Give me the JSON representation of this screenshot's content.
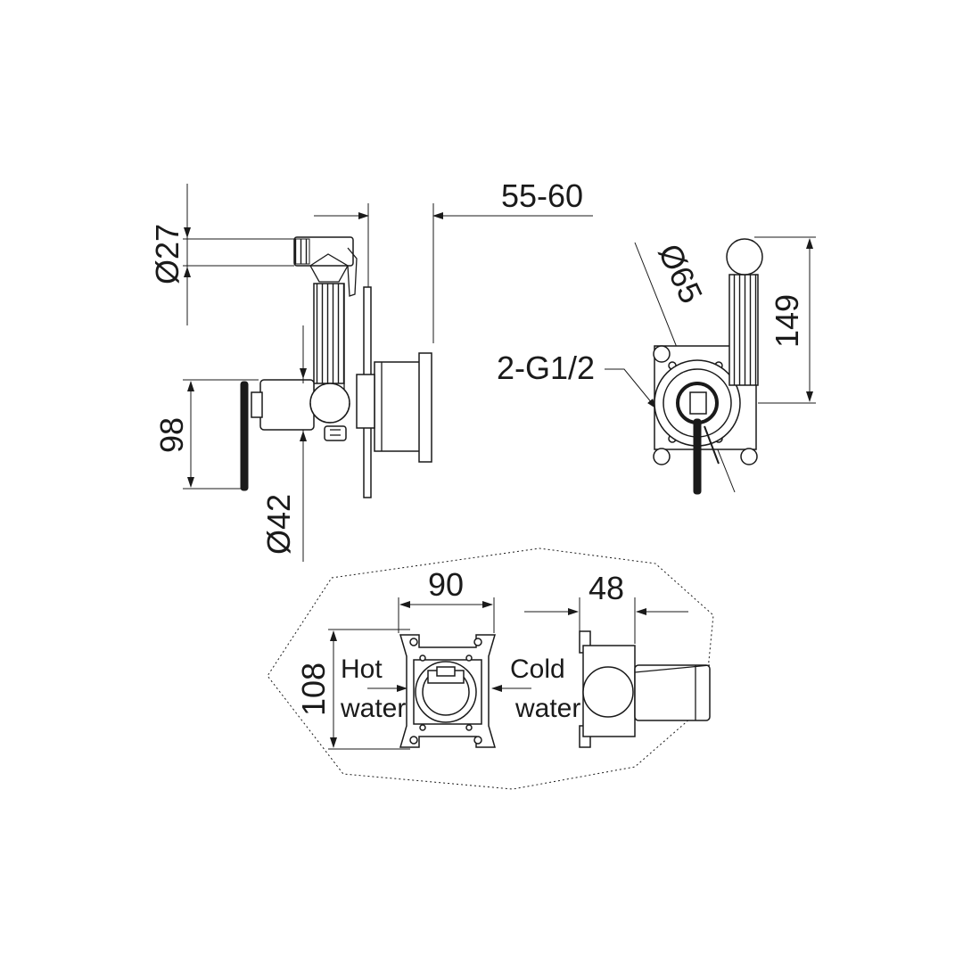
{
  "dimensions": {
    "d27": "Ø27",
    "d55_60": "55-60",
    "d98": "98",
    "d42": "Ø42",
    "d65": "Ø65",
    "g12": "2-G1/2",
    "d149": "149",
    "d90": "90",
    "d48": "48",
    "d108": "108"
  },
  "labels": {
    "hot_line1": "Hot",
    "hot_line2": "water",
    "cold_line1": "Cold",
    "cold_line2": "water"
  }
}
